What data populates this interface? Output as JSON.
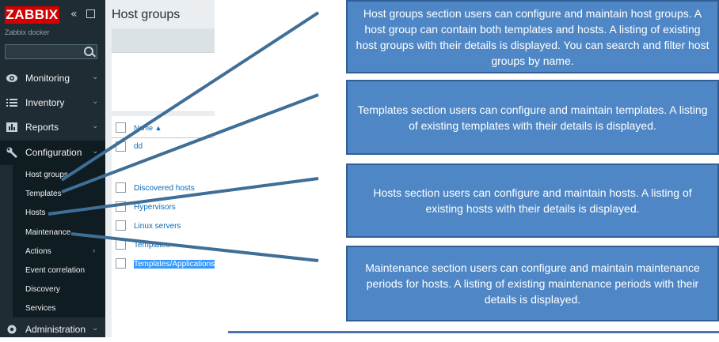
{
  "sidebar": {
    "logo": "ZABBIX",
    "collapse_icon": "«",
    "subtitle": "Zabbix docker",
    "menu": [
      {
        "label": "Monitoring",
        "icon": "eye-icon"
      },
      {
        "label": "Inventory",
        "icon": "list-icon"
      },
      {
        "label": "Reports",
        "icon": "bar-chart-icon"
      },
      {
        "label": "Configuration",
        "icon": "wrench-icon"
      },
      {
        "label": "Administration",
        "icon": "gear-icon"
      }
    ],
    "chevron": "⌄",
    "submenu": [
      {
        "label": "Host groups"
      },
      {
        "label": "Templates"
      },
      {
        "label": "Hosts"
      },
      {
        "label": "Maintenance"
      },
      {
        "label": "Actions",
        "chevron": "›"
      },
      {
        "label": "Event correlation"
      },
      {
        "label": "Discovery"
      },
      {
        "label": "Services"
      }
    ]
  },
  "main": {
    "title": "Host groups",
    "table_header": "Name ▲",
    "rows": [
      {
        "name": "dd"
      },
      {
        "name": "Discovered hosts"
      },
      {
        "name": "Hypervisors"
      },
      {
        "name": "Linux servers"
      },
      {
        "name": "Templates"
      },
      {
        "name": "Templates/Applications"
      }
    ]
  },
  "callouts": [
    {
      "text": "Host groups section users can configure and maintain host groups. A host group can contain both templates and hosts. A listing of existing host groups with their details is displayed. You can search and filter host groups by name."
    },
    {
      "text": "Templates section users can configure and maintain templates. A listing of existing templates with their details is displayed."
    },
    {
      "text": "Hosts section users can configure and maintain hosts. A listing of existing hosts with their details is displayed."
    },
    {
      "text": "Maintenance section users can configure and maintain maintenance periods for hosts. A listing of existing maintenance periods with their details is displayed."
    }
  ],
  "colors": {
    "sidebar_bg": "#1f2c33",
    "logo_bg": "#d40000",
    "link": "#0d6ab6",
    "callout_bg": "#4f87c6",
    "pointer_line": "#3f6e96"
  }
}
